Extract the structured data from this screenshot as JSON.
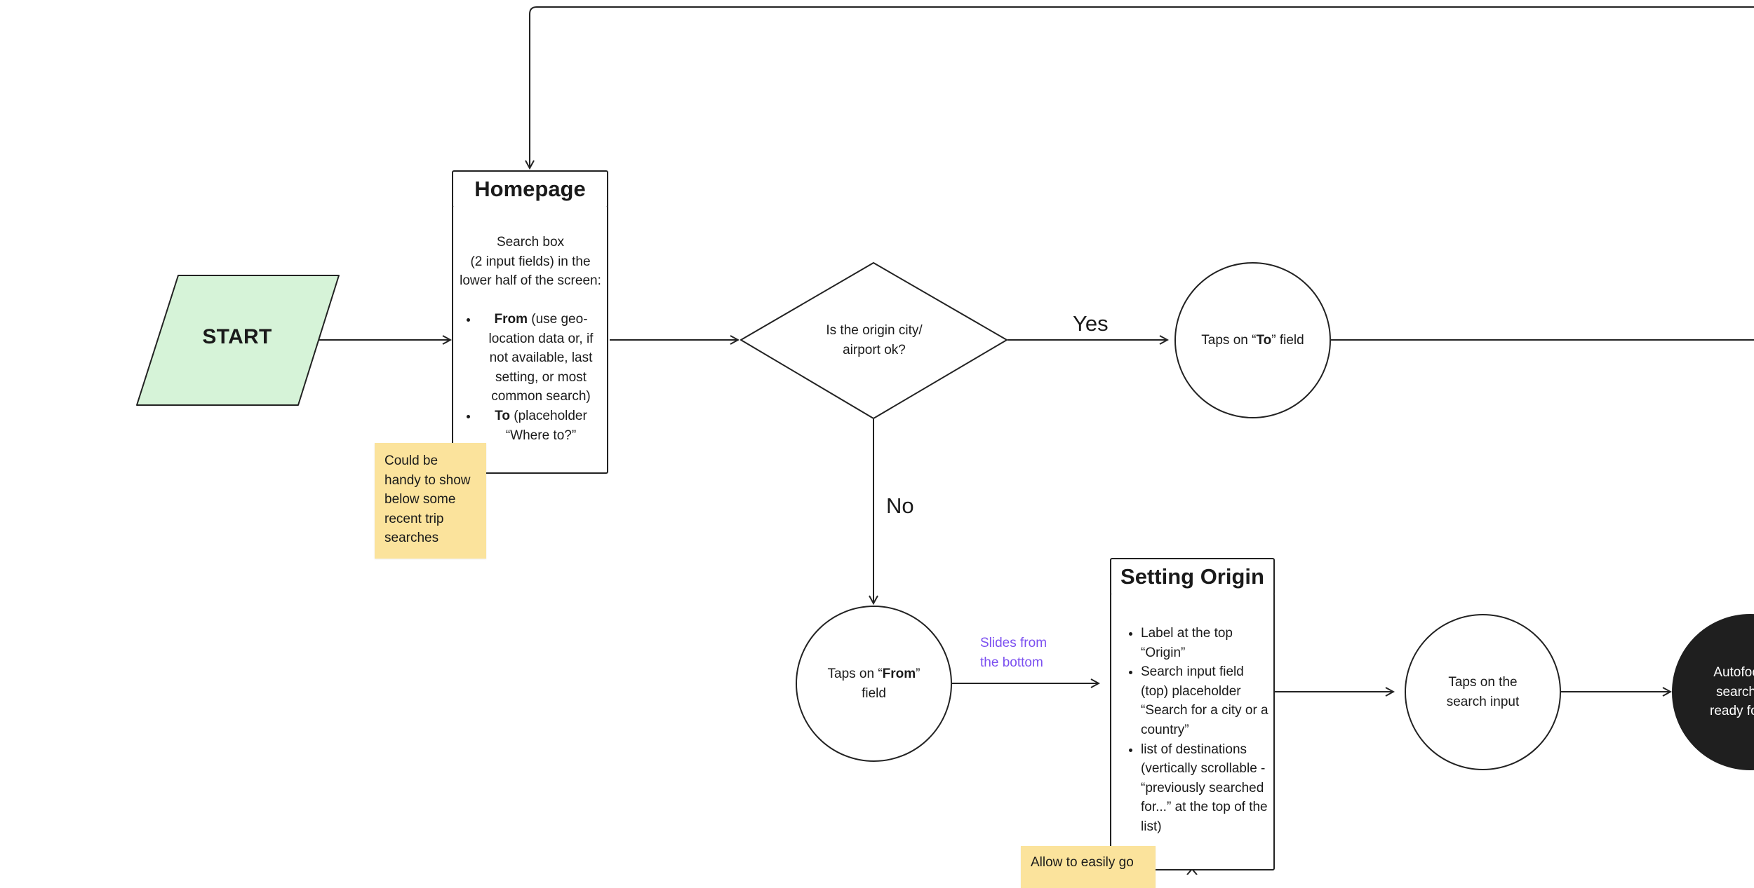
{
  "colors": {
    "start_fill": "#d6f3d8",
    "sticky_fill": "#fbe39c",
    "annotation_text": "#7b4ff0",
    "stroke": "#222222",
    "dark_node": "#1f1f1f"
  },
  "nodes": {
    "start": {
      "label": "START"
    },
    "homepage": {
      "title": "Homepage",
      "intro_1": "Search box",
      "intro_2": "(2 input fields) in the lower half of the screen:",
      "from_label": "From",
      "from_detail": "(use geo-location data or, if not available, last setting, or most common search)",
      "to_label": "To",
      "to_detail": "(placeholder “Where to?”"
    },
    "decision": {
      "line1": "Is the origin city/",
      "line2": "airport ok?"
    },
    "taps_to": {
      "prefix": "Taps on “",
      "bold": "To",
      "suffix": "” field"
    },
    "taps_from": {
      "prefix": "Taps on “",
      "bold": "From",
      "suffix": "”",
      "line2": "field"
    },
    "setting_origin": {
      "title": "Setting Origin",
      "items": [
        "Label at the top “Origin”",
        "Search input field (top) placeholder “Search for a city or a country”",
        "list of destinations (vertically scrollable - “previously searched for...” at the top of the list)"
      ]
    },
    "taps_search": {
      "line1": "Taps on the",
      "line2": "search input"
    },
    "autofocus": {
      "line1": "Autofoc",
      "line2": "search",
      "line3": "ready for"
    }
  },
  "edges": {
    "yes_label": "Yes",
    "no_label": "No",
    "slides_line1": "Slides from",
    "slides_line2": "the bottom"
  },
  "stickies": {
    "recent_searches": "Could be handy to show below some recent trip searches",
    "allow_go": "Allow to easily go"
  }
}
